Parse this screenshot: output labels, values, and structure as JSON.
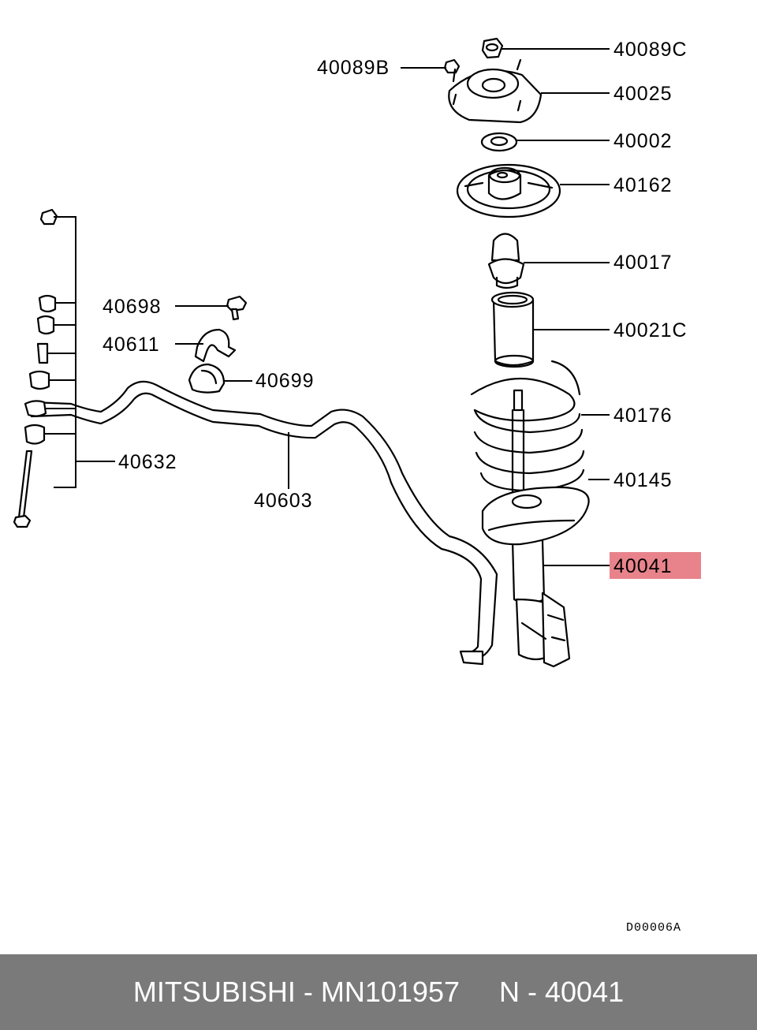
{
  "callouts": {
    "c40089C": "40089C",
    "c40089B": "40089B",
    "c40025": "40025",
    "c40002": "40002",
    "c40162": "40162",
    "c40017": "40017",
    "c40021C": "40021C",
    "c40176": "40176",
    "c40145": "40145",
    "c40041": "40041",
    "c40698": "40698",
    "c40611": "40611",
    "c40699": "40699",
    "c40632": "40632",
    "c40603": "40603"
  },
  "highlight": {
    "part": "40041",
    "color": "#e8838b"
  },
  "drawing_code": "D00006A",
  "footer": {
    "text": "MITSUBISHI - MN101957     N - 40041",
    "background": "#7a7a7a"
  }
}
